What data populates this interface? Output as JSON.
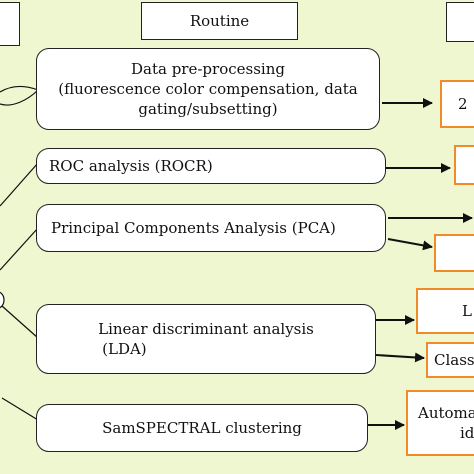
{
  "header": {
    "routine": "Routine"
  },
  "process_boxes": [
    {
      "line1": "Data pre-processing",
      "line2": "(fluorescence color compensation, data",
      "line3": "gating/subsetting)"
    },
    {
      "line1": "ROC analysis (ROCR)"
    },
    {
      "line1": "Principal Components Analysis (PCA)"
    },
    {
      "line1": "Linear discriminant analysis",
      "line2": "(LDA)"
    },
    {
      "line1": "SamSPECTRAL clustering"
    }
  ],
  "output_boxes": [
    {
      "text": "2"
    },
    {
      "text": ""
    },
    {
      "text": ""
    },
    {
      "text": "L"
    },
    {
      "text": "Class"
    },
    {
      "line1": "Automa",
      "line2": "ide"
    }
  ],
  "colors": {
    "background": "#eef7cf",
    "output_border": "#f08c28",
    "line": "#111111"
  }
}
